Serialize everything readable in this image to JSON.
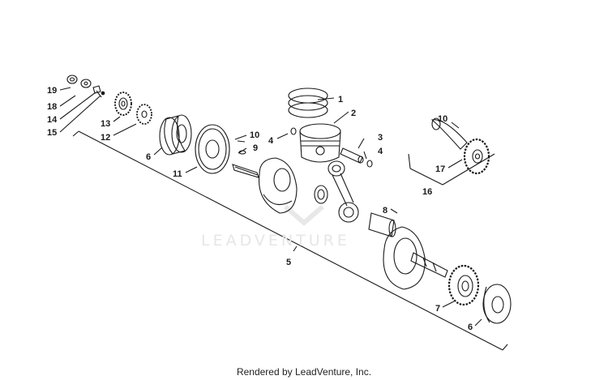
{
  "watermark": "LEADVENTURE",
  "footer": "Rendered by LeadVenture, Inc.",
  "callouts": {
    "c1": "1",
    "c2": "2",
    "c3": "3",
    "c4a": "4",
    "c4b": "4",
    "c5": "5",
    "c6a": "6",
    "c6b": "6",
    "c7": "7",
    "c8": "8",
    "c9": "9",
    "c10a": "10",
    "c10b": "10",
    "c11": "11",
    "c12": "12",
    "c13": "13",
    "c14": "14",
    "c15": "15",
    "c16": "16",
    "c17": "17",
    "c18": "18",
    "c19": "19"
  }
}
